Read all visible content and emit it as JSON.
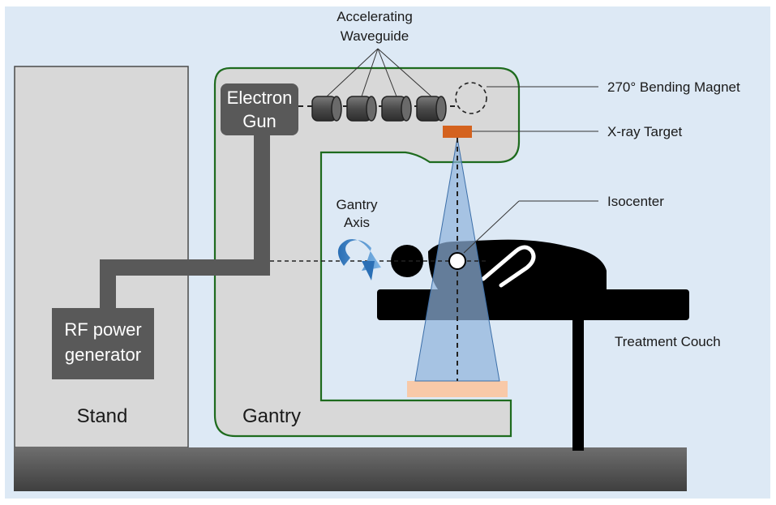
{
  "labels": {
    "accelerating_waveguide_1": "Accelerating",
    "accelerating_waveguide_2": "Waveguide",
    "bending_magnet": "270° Bending Magnet",
    "xray_target": "X-ray Target",
    "isocenter": "Isocenter",
    "gantry_axis_1": "Gantry",
    "gantry_axis_2": "Axis",
    "treatment_couch": "Treatment Couch",
    "electron_gun_1": "Electron",
    "electron_gun_2": "Gun",
    "rf_generator_1": "RF power",
    "rf_generator_2": "generator",
    "stand": "Stand",
    "gantry": "Gantry"
  },
  "colors": {
    "background": "#dde9f5",
    "structure_fill": "#d8d8d8",
    "gantry_outline": "#1e6b1e",
    "component_dark": "#595959",
    "target": "#d4621e",
    "beam": "#8fb2dc",
    "patient": "#000000",
    "floor": "#5a5a5a",
    "detector": "#f8c9a8"
  }
}
